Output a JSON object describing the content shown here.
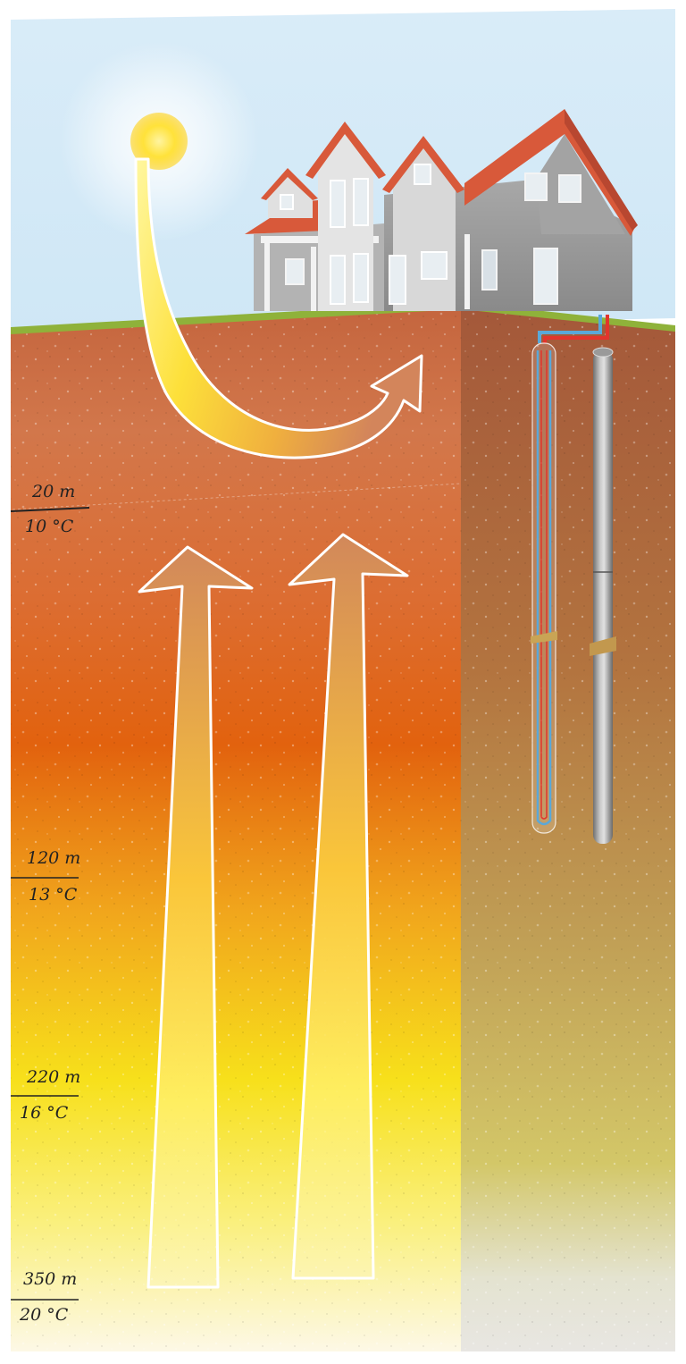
{
  "markers": [
    {
      "depth": "20 m",
      "temperature": "10 °C"
    },
    {
      "depth": "120 m",
      "temperature": "13 °C"
    },
    {
      "depth": "220 m",
      "temperature": "16 °C"
    },
    {
      "depth": "350 m",
      "temperature": "20 °C"
    }
  ],
  "colors": {
    "sky_top": "#d9ecf8",
    "grass": "#8fb23a",
    "soil_top": "#c4653e",
    "soil_mid": "#e2620e",
    "soil_deep": "#f6d21a",
    "soil_bottom": "#fdf8e6",
    "roof": "#d8593a",
    "wall": "#9c9c9c",
    "sun": "#ffe23a",
    "pipe_cold": "#5aa8d8",
    "pipe_hot": "#e2352c"
  },
  "icons": [
    "sun-icon",
    "house-icon",
    "heat-arrow-icon",
    "borehole-probe-icon"
  ]
}
